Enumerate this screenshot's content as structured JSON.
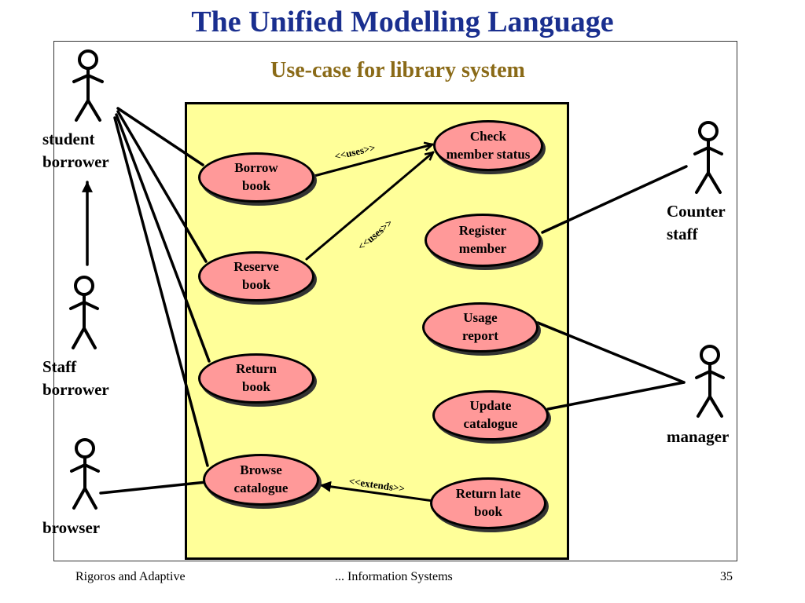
{
  "slide": {
    "title": "The Unified Modelling Language",
    "footer_left": "Rigoros and Adaptive",
    "footer_center": "... Information Systems",
    "footer_right": "35"
  },
  "diagram": {
    "title": "Use-case for library system",
    "actors": {
      "student_borrower": "student\nborrower",
      "staff_borrower": "Staff\nborrower",
      "browser": "browser",
      "counter_staff": "Counter\nstaff",
      "manager": "manager"
    },
    "use_cases": {
      "check_member_status": "Check\nmember status",
      "borrow_book": "Borrow\nbook",
      "register_member": "Register\nmember",
      "reserve_book": "Reserve\nbook",
      "usage_report": "Usage\nreport",
      "return_book": "Return\nbook",
      "update_catalogue": "Update\ncatalogue",
      "browse_catalogue": "Browse\ncatalogue",
      "return_late_book": "Return late\nbook"
    },
    "relationships": {
      "uses_1": "<<uses>>",
      "uses_2": "<<uses>>",
      "extends": "<<extends>>"
    },
    "colors": {
      "title": "#1a2f8f",
      "diagram_title": "#8a6a17",
      "system_fill": "#ffff99",
      "use_case_fill": "#ff9999"
    }
  }
}
